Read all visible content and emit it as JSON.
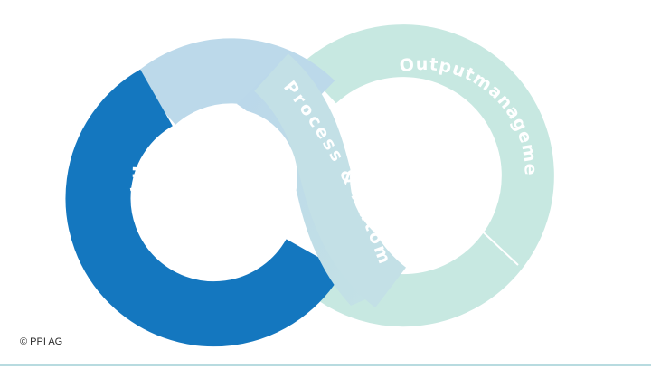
{
  "diagram": {
    "labels": {
      "input": "Inputmanagement",
      "process": "Process & Automation",
      "output": "Outputmanagement"
    },
    "colors": {
      "input": "#1477bf",
      "process_top": "#bcd9ea",
      "process_mid": "#c3e0e6",
      "output": "#c7e8e1",
      "label": "#ffffff",
      "bottom_line": "#b8dbe0"
    }
  },
  "footer": {
    "copyright": "© PPI AG"
  }
}
